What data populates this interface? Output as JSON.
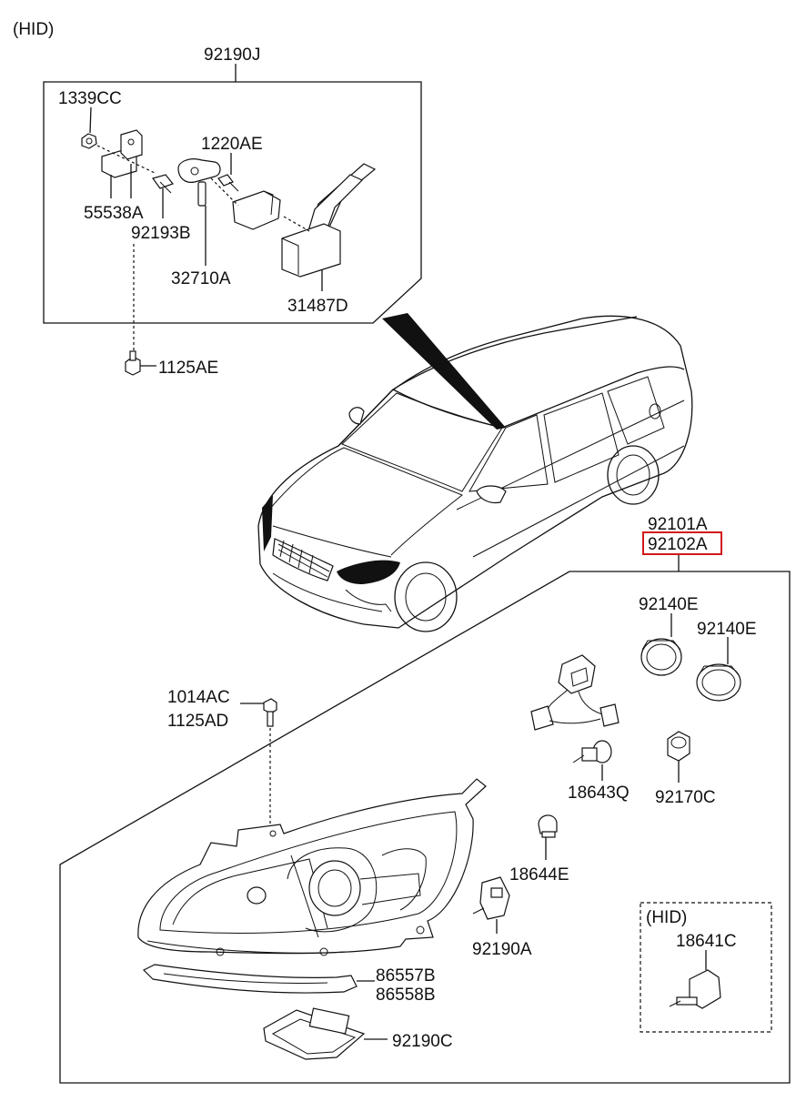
{
  "top_variant": "(HID)",
  "parts": {
    "p92190J": "92190J",
    "p1339CC": "1339CC",
    "p1220AE": "1220AE",
    "p55538A": "55538A",
    "p92193B": "92193B",
    "p32710A": "32710A",
    "p31487D": "31487D",
    "p1125AE": "1125AE",
    "p92101A": "92101A",
    "p92102A": "92102A",
    "p92140E_a": "92140E",
    "p92140E_b": "92140E",
    "p1014AC": "1014AC",
    "p1125AD": "1125AD",
    "p18643Q": "18643Q",
    "p92170C": "92170C",
    "p18644E": "18644E",
    "p92190A": "92190A",
    "p86557B": "86557B",
    "p86558B": "86558B",
    "p92190C": "92190C",
    "p18641C": "18641C"
  },
  "hid_box_label": "(HID)",
  "highlight_color": "#d0191b"
}
